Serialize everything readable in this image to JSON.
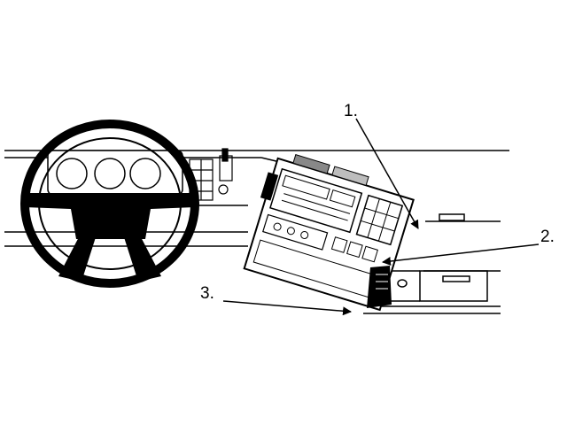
{
  "callouts": [
    {
      "label": "1."
    },
    {
      "label": "2."
    },
    {
      "label": "3."
    }
  ],
  "colors": {
    "line": "#000000",
    "background": "#ffffff",
    "gray": "#888888",
    "light_gray": "#bdbdbd"
  }
}
